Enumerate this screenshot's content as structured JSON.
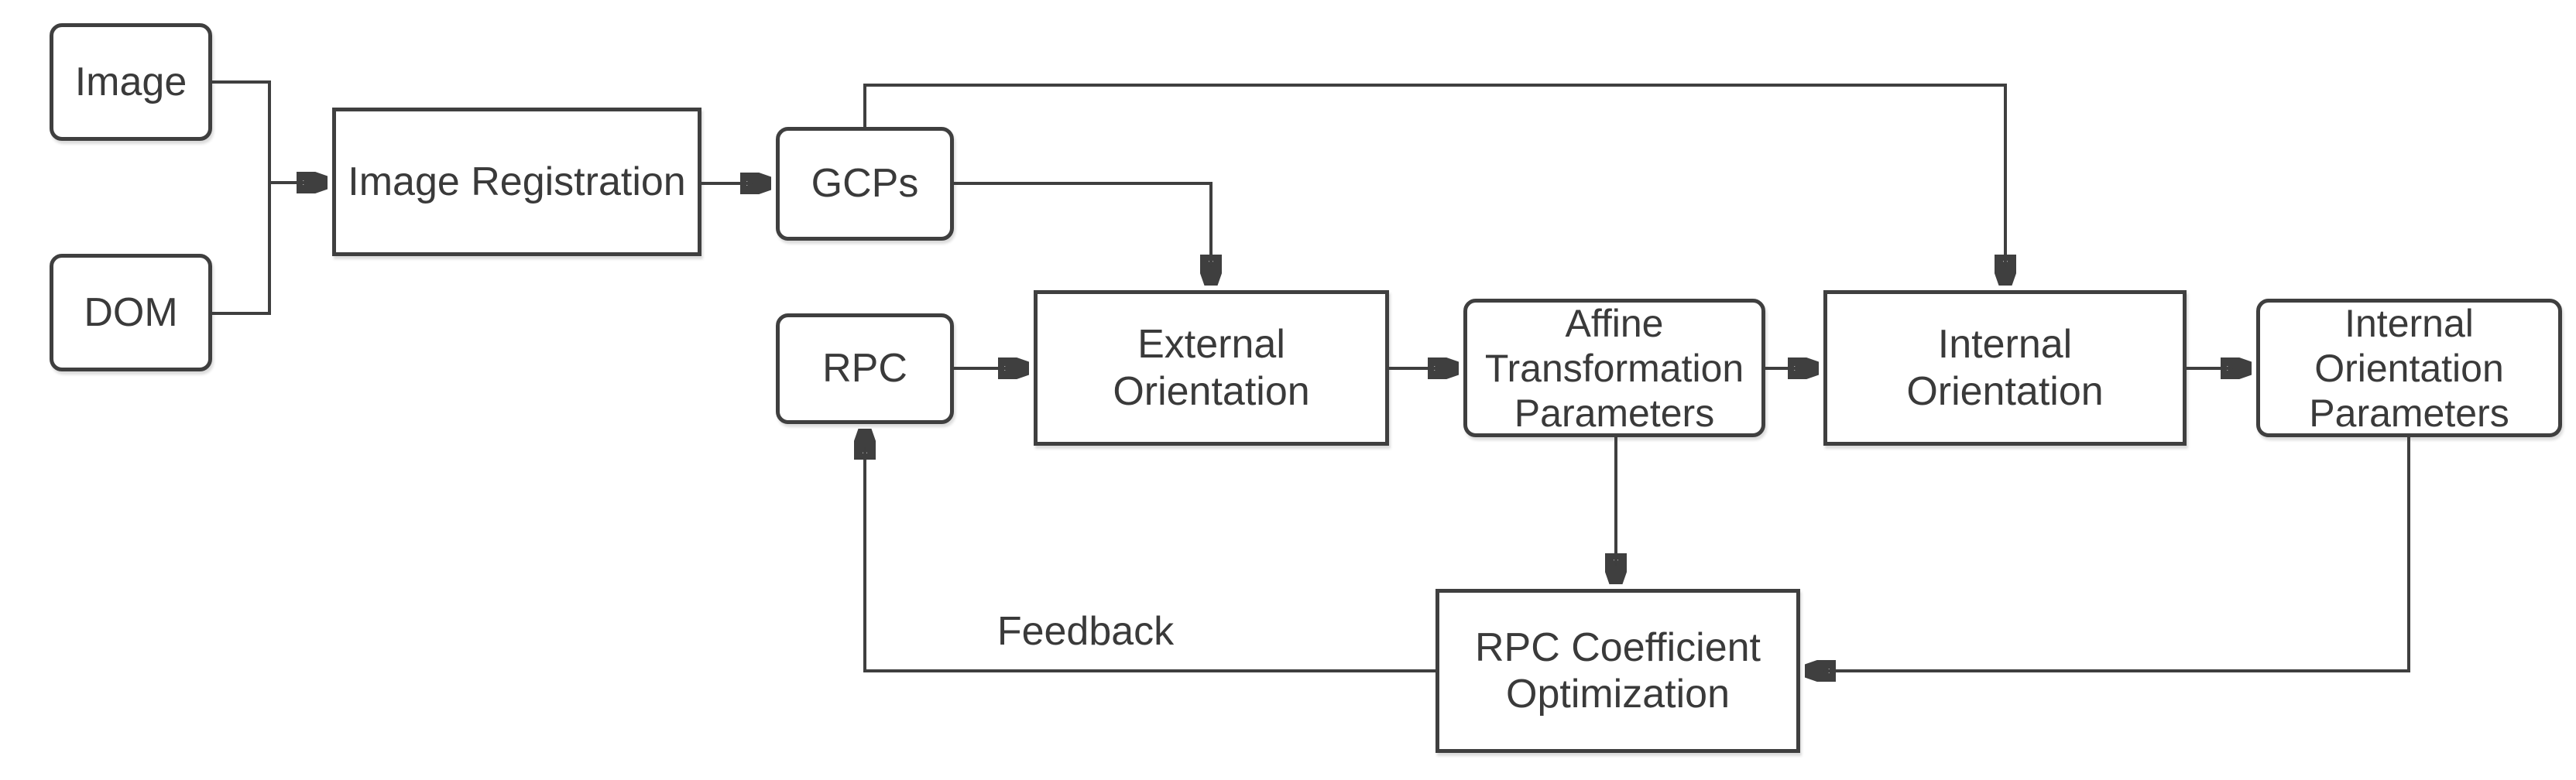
{
  "diagram": {
    "type": "flowchart",
    "colors": {
      "stroke": "#3f3f3f",
      "text": "#3a3a3a",
      "background": "#ffffff"
    },
    "nodes": {
      "image": {
        "label": "Image",
        "shape": "rounded"
      },
      "dom": {
        "label": "DOM",
        "shape": "rounded"
      },
      "image_registration": {
        "label": "Image Registration",
        "shape": "rect"
      },
      "gcps": {
        "label": "GCPs",
        "shape": "rounded"
      },
      "rpc": {
        "label": "RPC",
        "shape": "rounded"
      },
      "external_orientation": {
        "label": "External Orientation",
        "shape": "rect"
      },
      "affine_transformation_parameters": {
        "label": "Affine Transformation Parameters",
        "shape": "rounded"
      },
      "internal_orientation": {
        "label": "Internal Orientation",
        "shape": "rect"
      },
      "internal_orientation_parameters": {
        "label": "Internal Orientation Parameters",
        "shape": "rounded"
      },
      "rpc_coefficient_optimization": {
        "label": "RPC Coefficient Optimization",
        "shape": "rect"
      }
    },
    "labels": {
      "feedback": "Feedback"
    },
    "edges": [
      {
        "from": "Image",
        "to": "Image Registration"
      },
      {
        "from": "DOM",
        "to": "Image Registration"
      },
      {
        "from": "Image Registration",
        "to": "GCPs"
      },
      {
        "from": "GCPs",
        "to": "External Orientation"
      },
      {
        "from": "GCPs",
        "to": "Internal Orientation"
      },
      {
        "from": "RPC",
        "to": "External Orientation"
      },
      {
        "from": "External Orientation",
        "to": "Affine Transformation Parameters"
      },
      {
        "from": "Affine Transformation Parameters",
        "to": "Internal Orientation"
      },
      {
        "from": "Internal Orientation",
        "to": "Internal Orientation Parameters"
      },
      {
        "from": "Affine Transformation Parameters",
        "to": "RPC Coefficient Optimization"
      },
      {
        "from": "Internal Orientation Parameters",
        "to": "RPC Coefficient Optimization"
      },
      {
        "from": "RPC Coefficient Optimization",
        "to": "RPC",
        "label": "Feedback"
      }
    ]
  }
}
